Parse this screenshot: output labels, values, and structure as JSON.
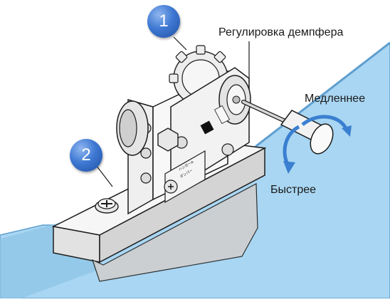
{
  "callouts": [
    {
      "number": "1"
    },
    {
      "number": "2"
    }
  ],
  "labels": {
    "damper_adjustment": "Регулировка демпфера",
    "slower": "Медленнее",
    "faster": "Быстрее"
  },
  "plate_text": {
    "model_plate": "ハンガーA",
    "model_sub": "ダンパー"
  },
  "colors": {
    "panel": "#a9d6f2",
    "panel_edge": "#5f9fcf",
    "badge": "#3f79d3",
    "arrow": "#3a7fd0",
    "metal_light": "#f4f4f4",
    "metal_shade": "#bdbdbd",
    "line": "#1c1c1c"
  },
  "icons": [
    "gear-icon",
    "screwdriver-icon",
    "rotate-arrow-icon",
    "screw-icon"
  ]
}
